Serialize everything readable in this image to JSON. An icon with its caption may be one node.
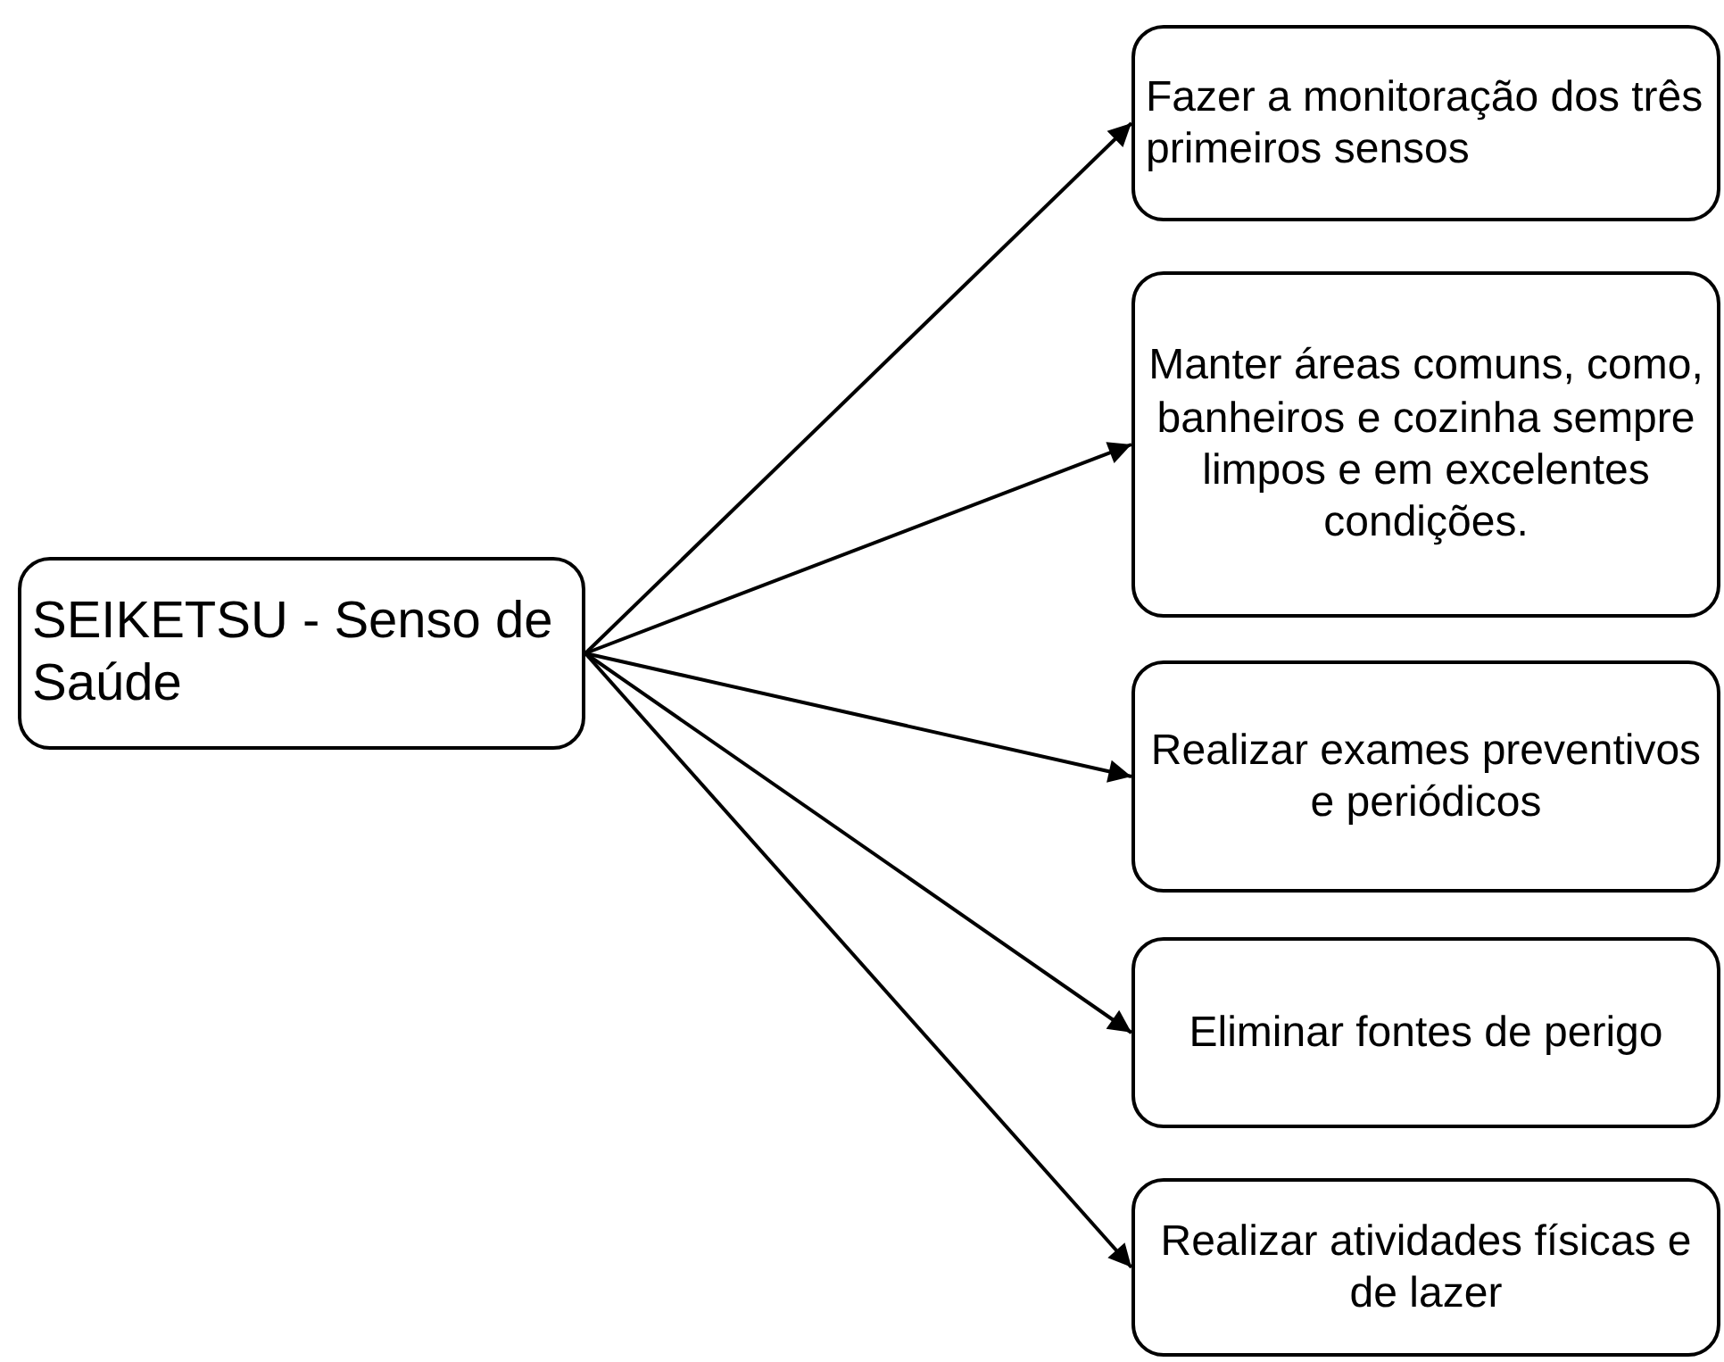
{
  "diagram": {
    "nodes": [
      {
        "text": [
          "SEIKETSU - Senso de Saúde"
        ]
      },
      {
        "text": [
          "Fazer a monitoração dos três primeiros sensos"
        ]
      },
      {
        "text": [
          "Manter áreas comuns, como, banheiros e cozinha sempre limpos e em excelentes condições."
        ]
      },
      {
        "text": [
          "Realizar exames preventivos e periódicos"
        ]
      },
      {
        "text": [
          "Eliminar fontes de perigo"
        ]
      },
      {
        "text": [
          "Realizar atividades físicas e de lazer"
        ]
      }
    ],
    "edges": [
      {
        "from": 0,
        "to": 1,
        "arrow": "to"
      },
      {
        "from": 0,
        "to": 2,
        "arrow": "to"
      },
      {
        "from": 0,
        "to": 3,
        "arrow": "to"
      },
      {
        "from": 0,
        "to": 4,
        "arrow": "to"
      },
      {
        "from": 0,
        "to": 5,
        "arrow": "to"
      }
    ]
  }
}
